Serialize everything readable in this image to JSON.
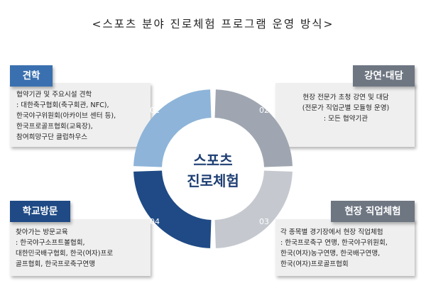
{
  "title": "<스포츠 분야 진로체험 프로그램 운영 방식>",
  "center": {
    "line1": "스포츠",
    "line2": "진로체험"
  },
  "segments": [
    "01",
    "02",
    "03",
    "04"
  ],
  "colors": {
    "seg1": "#8eb4d9",
    "seg2": "#9fa6b1",
    "seg3": "#c5c9cf",
    "seg4": "#1f4a85",
    "label_blue": "#3a70b0",
    "label_gray": "#6e7682",
    "label_navy": "#1f4a85",
    "center_text": "#1e3f73"
  },
  "boxes": {
    "tl": {
      "label": "견학",
      "lines": [
        "협약기관 및 주요시설 견학",
        ": 대한축구협회(축구회관, NFC),",
        "한국야구위원회(아카이브 센터 등),",
        "한국프로골프협회(교육장),",
        "참여희망구단 클럽하우스"
      ]
    },
    "tr": {
      "label": "강연·대담",
      "lines": [
        "현장 전문가 초청 강연 및 대담",
        "(전문가 직업군별 모듈형 운영)",
        ": 모든 협약기관"
      ]
    },
    "bl": {
      "label": "학교방문",
      "lines": [
        "찾아가는 방문교육",
        ": 한국야구소프트볼협회,",
        "대한민국배구협회, 한국(여자)프로",
        "골프협회, 한국프로축구연맹"
      ]
    },
    "br": {
      "label": "현장 직업체험",
      "lines": [
        "각 종목별 경기장에서 현장 직업체험",
        ": 한국프로축구 연맹, 한국야구위원회,",
        "한국(여자)농구연맹, 한국배구연맹,",
        "한국(여자)프로골프협회"
      ]
    }
  }
}
